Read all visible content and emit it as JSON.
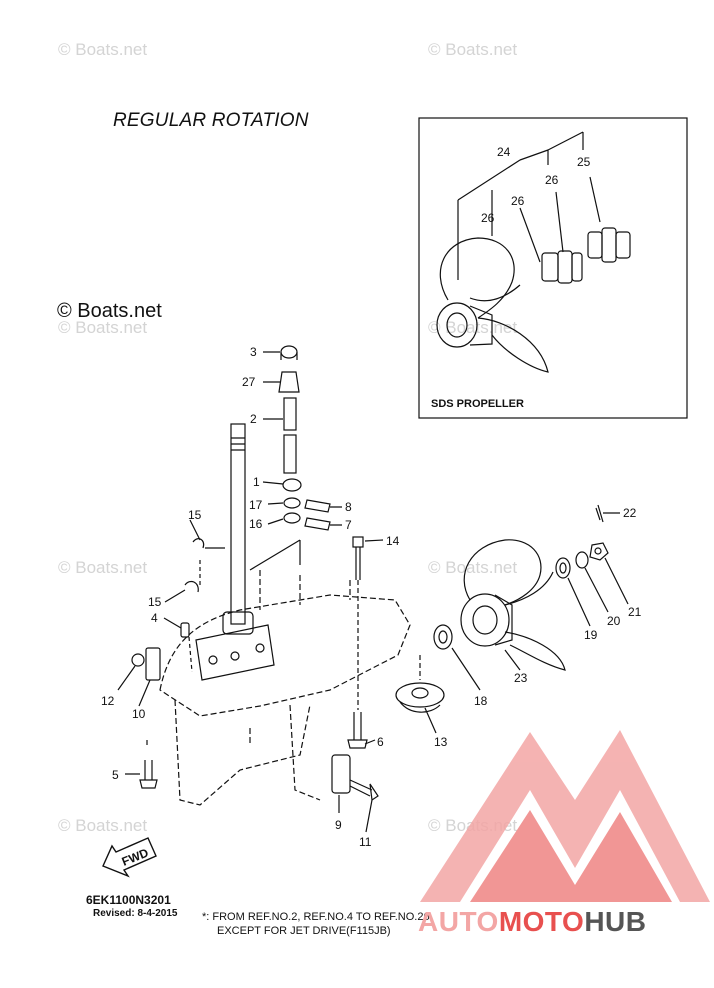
{
  "watermarks": [
    "© Boats.net",
    "© Boats.net",
    "© Boats.net",
    "© Boats.net",
    "© Boats.net",
    "© Boats.net",
    "© Boats.net",
    "© Boats.net"
  ],
  "diagram_title": "REGULAR ROTATION",
  "copyright": "© Boats.net",
  "inset": {
    "label": "SDS PROPELLER",
    "callouts": [
      "24",
      "25",
      "26",
      "26",
      "26"
    ]
  },
  "callouts": [
    "3",
    "27",
    "2",
    "1",
    "17",
    "16",
    "8",
    "7",
    "15",
    "15",
    "14",
    "22",
    "4",
    "12",
    "10",
    "21",
    "20",
    "19",
    "23",
    "18",
    "13",
    "6",
    "5",
    "9",
    "11"
  ],
  "fwd_label": "FWD",
  "part_number": "6EK1100N3201",
  "revised": "Revised: 8-4-2015",
  "note_line1": "*: FROM REF.NO.2, REF.NO.4 TO REF.NO.26",
  "note_line2": "EXCEPT FOR JET DRIVE(F115JB)",
  "brand": {
    "part1": "AUTO",
    "part2": "MOTO",
    "part3": "HUB",
    "color_red": "#e8504f",
    "color_light": "#f3a6a5",
    "color_gray": "#555555"
  }
}
